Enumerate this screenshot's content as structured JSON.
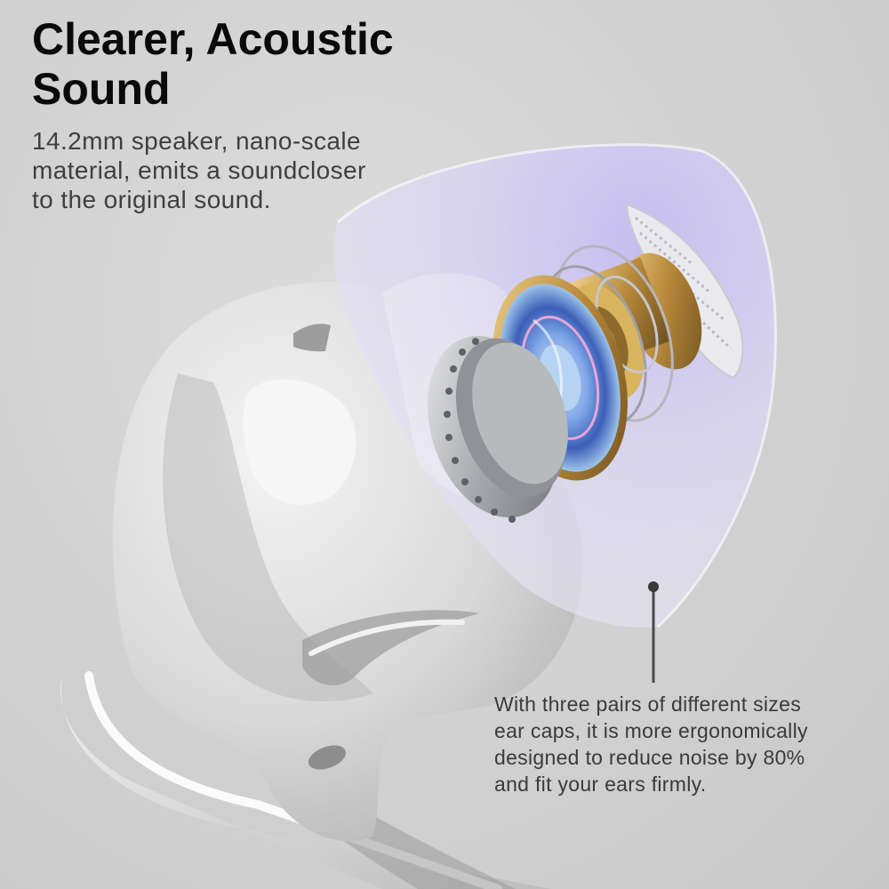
{
  "headline": {
    "line1": "Clearer, Acoustic",
    "line2": "Sound"
  },
  "description": {
    "line1": "14.2mm speaker, nano-scale",
    "line2": "material, emits a soundcloser",
    "line3": "to the original sound."
  },
  "callout": {
    "line1": "With three pairs of different sizes",
    "line2": "ear caps, it is more ergonomically",
    "line3": "designed to reduce noise by 80%",
    "line4": "and fit your ears firmly."
  },
  "colors": {
    "background": "#d2d2d2",
    "ear_tip": "#c9c3f0",
    "driver_gold": "#c8a24f",
    "driver_silver": "#b9bcc0",
    "earbud_shell": "#e6e6e6"
  },
  "icons": {
    "earbud": "earbud-body",
    "ear_tip": "silicone-ear-tip",
    "driver": "speaker-driver-exploded"
  }
}
